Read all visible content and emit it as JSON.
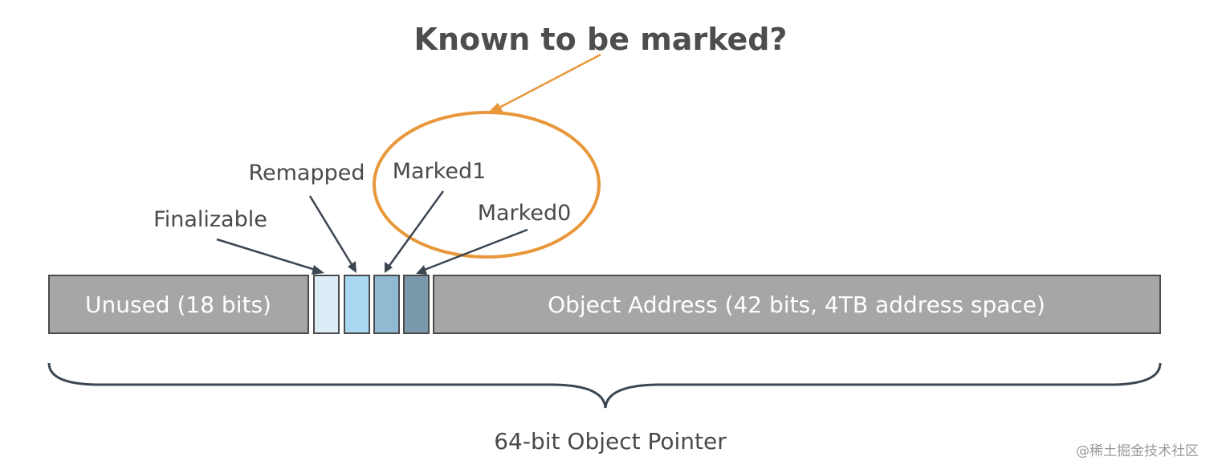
{
  "title": "Known to be marked?",
  "labels": {
    "finalizable": "Finalizable",
    "remapped": "Remapped",
    "marked1": "Marked1",
    "marked0": "Marked0"
  },
  "segments": {
    "unused": "Unused (18 bits)",
    "object_address": "Object Address (42 bits, 4TB address space)"
  },
  "caption": "64-bit Object Pointer",
  "watermark": "@稀土掘金技术社区",
  "colors": {
    "segment_gray": "#a6a6a6",
    "segment_border": "#4b4b4b",
    "finalizable_bit": "#dcedf8",
    "remapped_bit": "#a9d8f0",
    "marked1_bit": "#8fbad2",
    "marked0_bit": "#7a9aab",
    "highlight_orange": "#e8973a",
    "pointer_arrow": "#3b4652",
    "text_dark": "#4a4a4a"
  }
}
